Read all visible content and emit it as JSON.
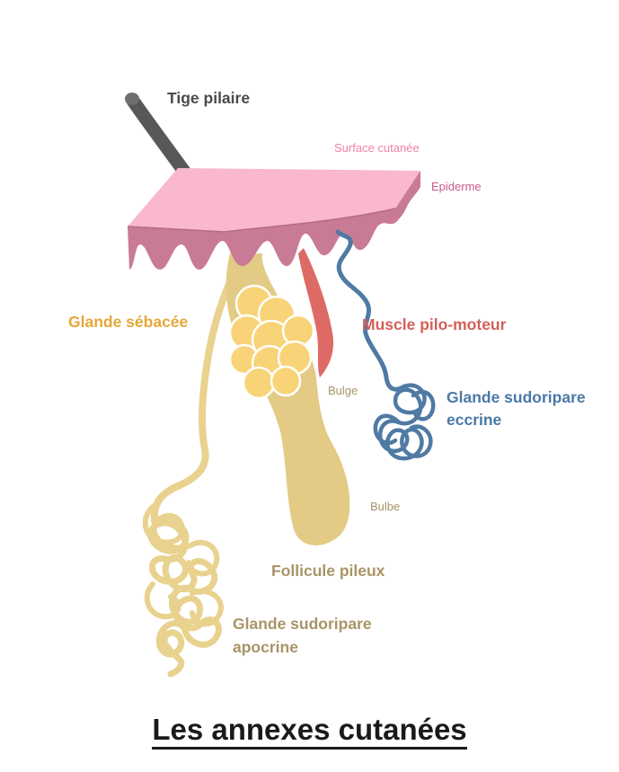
{
  "title": "Les annexes cutanées",
  "labels": {
    "tige_pilaire": "Tige pilaire",
    "surface_cutanee": "Surface cutanée",
    "epiderme": "Epiderme",
    "glande_sebacee": "Glande sébacée",
    "muscle_pilo_moteur": "Muscle pilo-moteur",
    "bulge": "Bulge",
    "glande_sudoripare_eccrine_line1": "Glande sudoripare",
    "glande_sudoripare_eccrine_line2": "eccrine",
    "bulbe": "Bulbe",
    "follicule_pileux": "Follicule pileux",
    "glande_sudoripare_apocrine_line1": "Glande sudoripare",
    "glande_sudoripare_apocrine_line2": "apocrine"
  },
  "colors": {
    "hair_shaft": "#585858",
    "skin_surface": "#f9b8cb",
    "epidermis": "#c97a95",
    "follicle": "#e3cb86",
    "sebaceous_gland": "#f8d377",
    "muscle": "#dd6a64",
    "eccrine": "#4f7aa3",
    "apocrine": "#e8d28e",
    "label_dark": "#4a4a4a",
    "label_pink": "#ef82a9",
    "label_magenta": "#cc5888",
    "label_orange": "#e4a839",
    "label_red": "#d3605a",
    "label_blue": "#4b79a6",
    "label_tan": "#a99467"
  }
}
